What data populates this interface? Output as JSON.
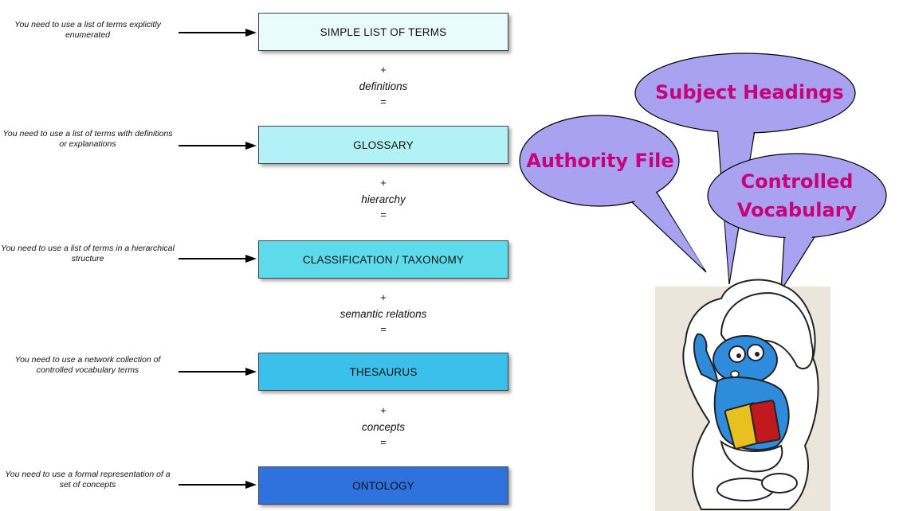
{
  "notes": [
    "You need to use a list of terms explicitly enumerated",
    "You need to use a list of terms with definitions or explanations",
    "You need to use a list of terms in a hierarchical structure",
    "You need to use a network collection of controlled vocabulary terms",
    "You need to use a formal representation of a set of concepts"
  ],
  "boxes": [
    {
      "label": "SIMPLE LIST OF TERMS",
      "color": "#e8fbfd"
    },
    {
      "label": "GLOSSARY",
      "color": "#b2f1f5"
    },
    {
      "label": "CLASSIFICATION / TAXONOMY",
      "color": "#5edbeb"
    },
    {
      "label": "THESAURUS",
      "color": "#3bc0ec"
    },
    {
      "label": "ONTOLOGY",
      "color": "#2f72dd"
    }
  ],
  "operators": [
    {
      "plus": "+",
      "label": "definitions",
      "equals": "="
    },
    {
      "plus": "+",
      "label": "hierarchy",
      "equals": "="
    },
    {
      "plus": "+",
      "label": "semantic relations",
      "equals": "="
    },
    {
      "plus": "+",
      "label": "concepts",
      "equals": "="
    }
  ],
  "bubbles": {
    "subject_headings": "Subject Headings",
    "authority_file": "Authority File",
    "controlled_vocabulary_line1": "Controlled",
    "controlled_vocabulary_line2": "Vocabulary",
    "fill_color": "#a9a2f0",
    "text_color": "#c8007a"
  },
  "image": {
    "subject": "smurf-with-glasses-holding-books"
  }
}
